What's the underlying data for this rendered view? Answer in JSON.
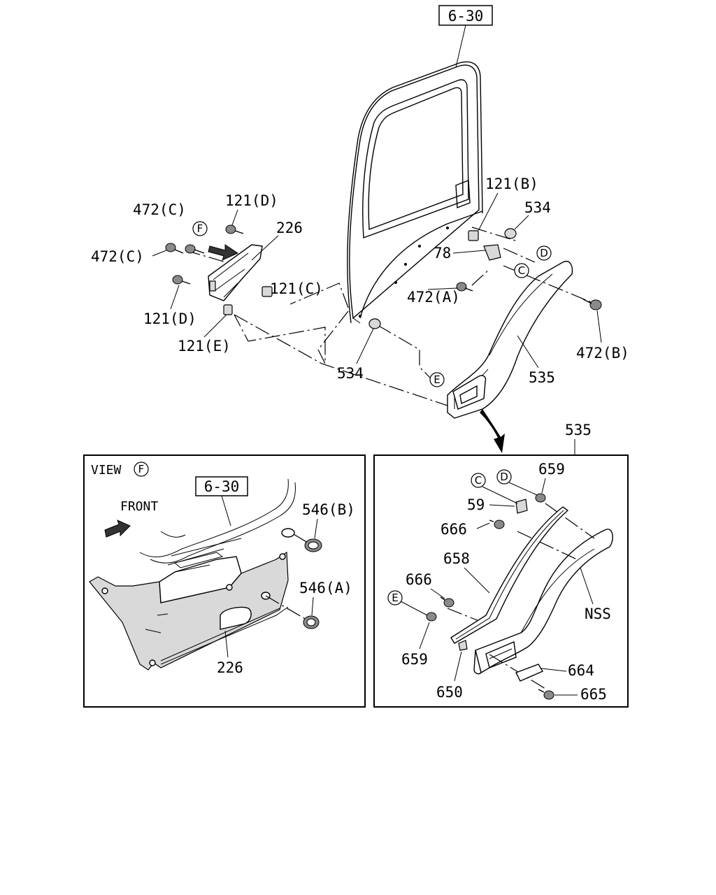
{
  "labels": {
    "ref_top": "6-30",
    "l_121b": "121(B)",
    "l_534_top": "534",
    "l_472c_top": "472(C)",
    "l_121d_top": "121(D)",
    "l_226_top": "226",
    "l_472c_left": "472(C)",
    "l_78": "78",
    "l_121c": "121(C)",
    "l_472a": "472(A)",
    "l_121d_bot": "121(D)",
    "l_121e": "121(E)",
    "l_472b": "472(B)",
    "l_534_bot": "534",
    "l_535_mid": "535",
    "l_535_right": "535",
    "view_f": "VIEW",
    "ref_view": "6-30",
    "front": "FRONT",
    "l_546b": "546(B)",
    "l_546a": "546(A)",
    "l_226_view": "226",
    "l_659_top": "659",
    "l_59": "59",
    "l_666_top": "666",
    "l_658": "658",
    "l_666_mid": "666",
    "nss": "NSS",
    "l_659_bot": "659",
    "l_650": "650",
    "l_664": "664",
    "l_665": "665"
  },
  "callouts": {
    "F": "F",
    "D": "D",
    "C": "C",
    "E": "E"
  }
}
